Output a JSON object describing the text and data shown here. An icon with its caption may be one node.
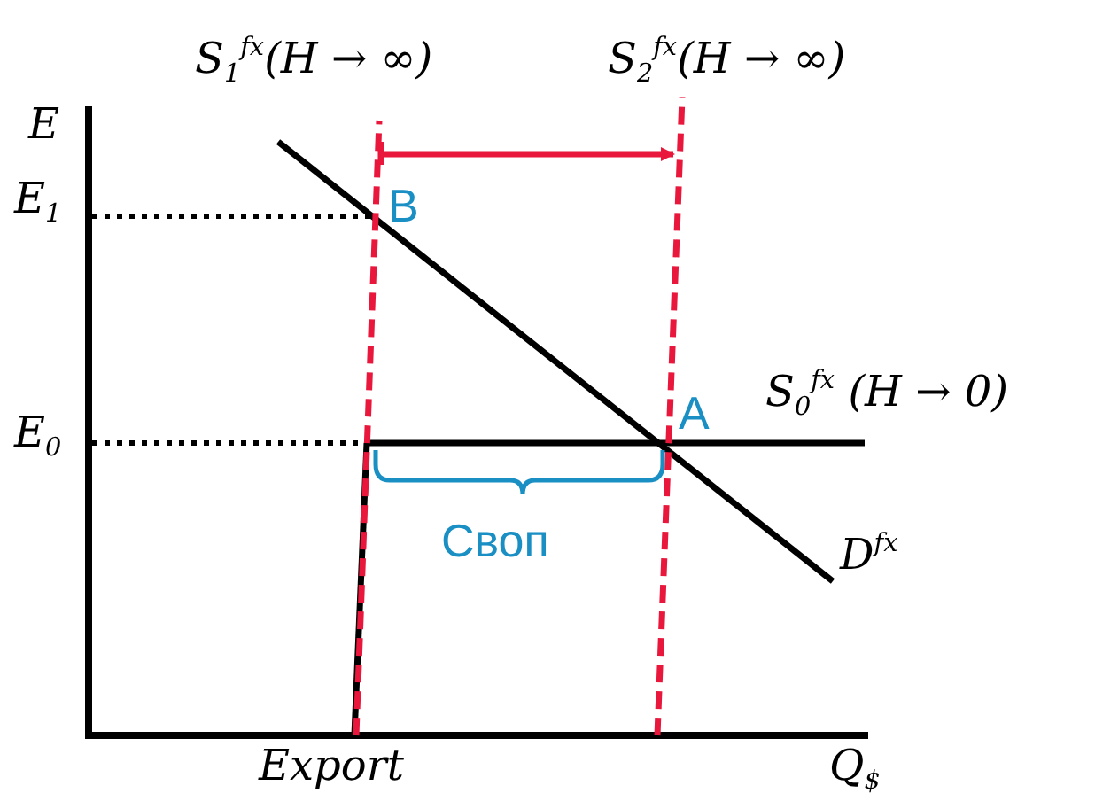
{
  "diagram": {
    "labels": [
      "S$_{1}$$^{fx}$(H → ∞)",
      "S$_{2}$$^{fx}$(H → ∞)",
      "E",
      "E$_{1}$",
      "B",
      "A",
      "S$_{0}$$^{fx}$ (H → 0)",
      "E$_{0}$",
      "Своп",
      "D$^{fx}$",
      "Export",
      "Q$_{$}$"
    ]
  }
}
